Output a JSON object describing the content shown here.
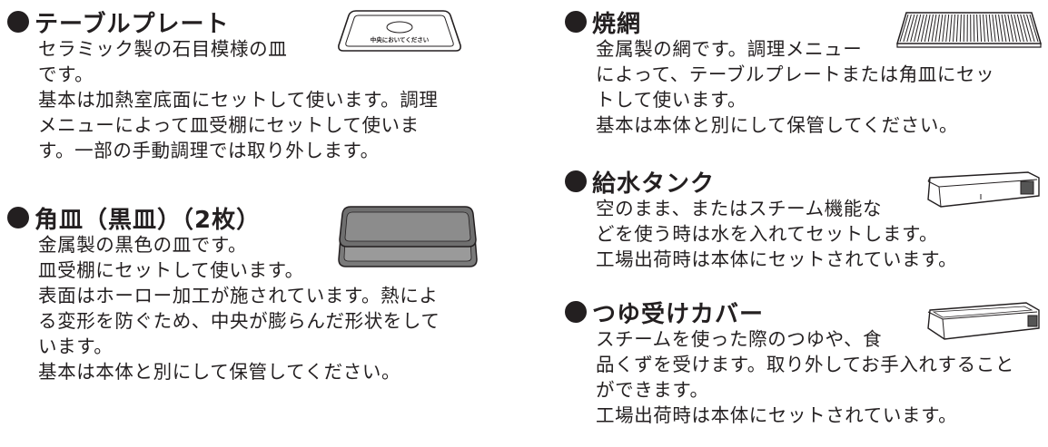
{
  "left": {
    "table_plate": {
      "title": "テーブルプレート",
      "plate_label": "中央においてください",
      "lines": [
        "セラミック製の石目模様の皿",
        "です。",
        "基本は加熱室底面にセットして使います。調理",
        "メニューによって皿受棚にセットして使いま",
        "す。一部の手動調理では取り外します。"
      ]
    },
    "square_tray": {
      "title": "角皿（黒皿）（2枚）",
      "lines": [
        "金属製の黒色の皿です。",
        "皿受棚にセットして使います。",
        "表面はホーロー加工が施されています。熱によ",
        "る変形を防ぐため、中央が膨らんだ形状をして",
        "います。",
        "基本は本体と別にして保管してください。"
      ]
    }
  },
  "right": {
    "grill_rack": {
      "title": "焼網",
      "lines": [
        "金属製の網です。調理メニュー",
        "によって、テーブルプレートまたは角皿にセッ",
        "トして使います。",
        "基本は本体と別にして保管してください。"
      ]
    },
    "water_tank": {
      "title": "給水タンク",
      "lines": [
        "空のまま、またはスチーム機能な",
        "どを使う時は水を入れてセットします。",
        "工場出荷時は本体にセットされています。"
      ]
    },
    "drip_cover": {
      "title": "つゆ受けカバー",
      "lines": [
        "スチームを使った際のつゆや、食",
        "品くずを受けます。取り外してお手入れすること",
        "ができます。",
        "工場出荷時は本体にセットされています。"
      ]
    }
  }
}
